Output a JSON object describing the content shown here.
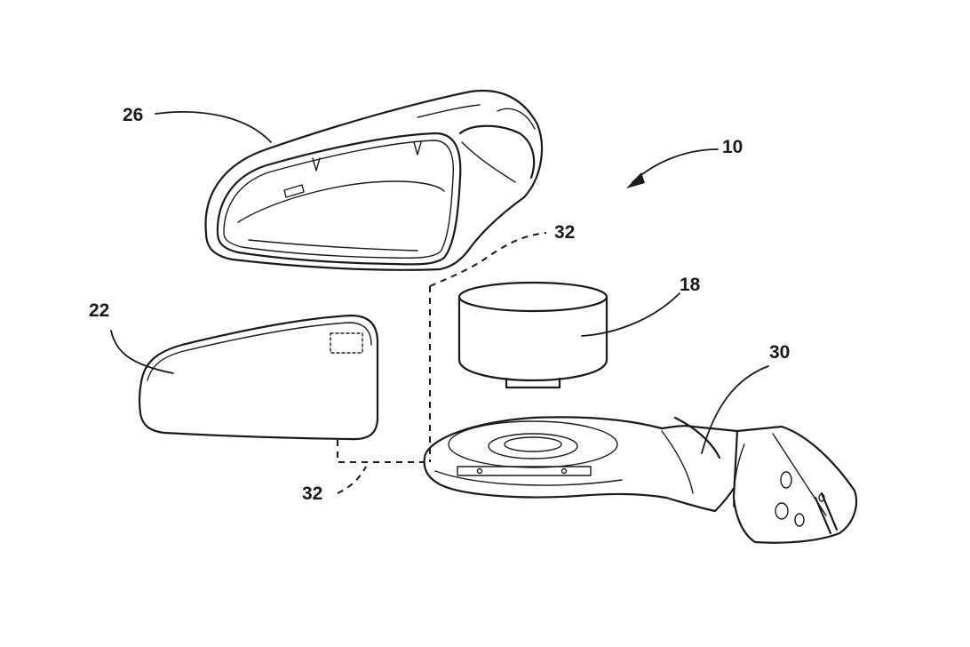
{
  "figure": {
    "labels": {
      "assembly": "10",
      "housing_cover": "26",
      "mirror_glass": "22",
      "actuator": "18",
      "base_bracket": "30",
      "connection_upper": "32",
      "connection_lower": "32"
    }
  }
}
